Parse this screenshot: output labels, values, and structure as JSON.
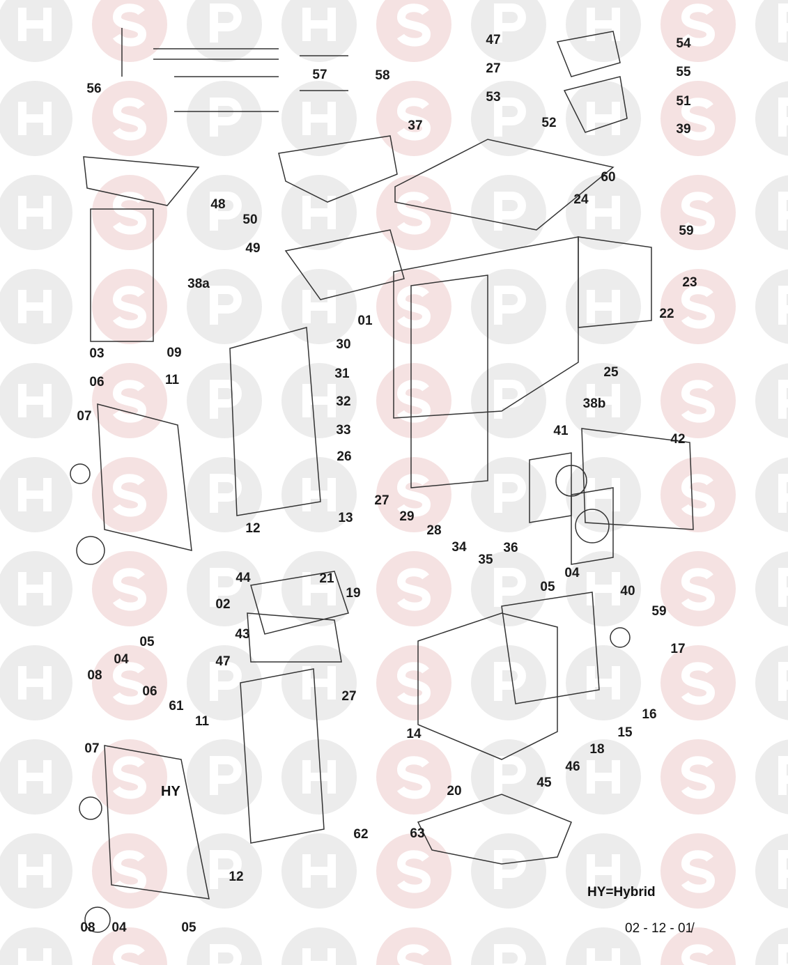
{
  "watermark": {
    "letters": [
      "H",
      "S",
      "P"
    ],
    "colors": {
      "grey": "#ececec",
      "pink": "#f5e2e2"
    }
  },
  "part_labels": [
    "47",
    "27",
    "53",
    "52",
    "54",
    "55",
    "51",
    "39",
    "60",
    "59",
    "24",
    "23",
    "22",
    "25",
    "37",
    "56",
    "57",
    "58",
    "48",
    "50",
    "49",
    "38a",
    "01",
    "30",
    "31",
    "32",
    "33",
    "26",
    "27",
    "29",
    "28",
    "34",
    "35",
    "36",
    "13",
    "12",
    "11",
    "09",
    "03",
    "06",
    "07",
    "02",
    "05",
    "04",
    "08",
    "44",
    "43",
    "47",
    "27",
    "21",
    "19",
    "41",
    "38b",
    "42",
    "40",
    "59",
    "04",
    "05",
    "17",
    "16",
    "15",
    "18",
    "46",
    "45",
    "14",
    "20",
    "61",
    "06",
    "11",
    "07",
    "12",
    "62",
    "63",
    "08",
    "04",
    "05"
  ],
  "legend": "HY=Hybrid",
  "panel_marking": "HY",
  "drawing_number": "02 - 12 - 01̸"
}
